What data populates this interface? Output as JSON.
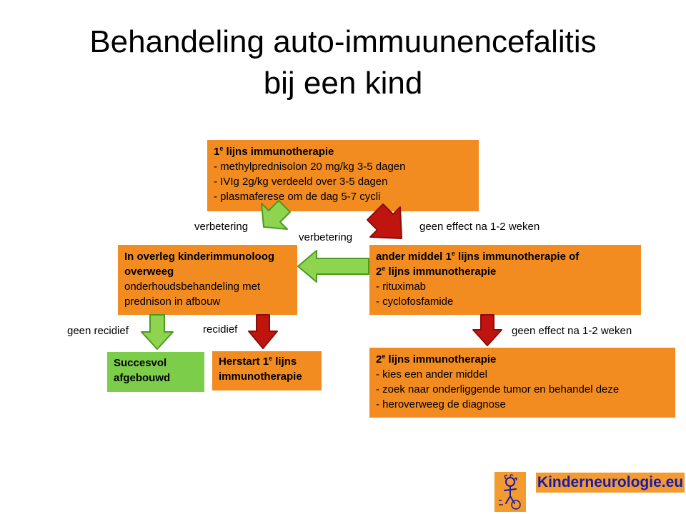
{
  "title": {
    "line1": "Behandeling auto-immuunencefalitis",
    "line2": "bij een kind"
  },
  "box1": {
    "heading_pre": "1",
    "heading_sup": "e",
    "heading_post": " lijns immunotherapie",
    "lines": [
      "- methylprednisolon 20 mg/kg 3-5 dagen",
      "- IVIg 2g/kg verdeeld over 3-5 dagen",
      "- plasmaferese om de dag 5-7 cycli"
    ]
  },
  "box2": {
    "heading1": "In overleg kinderimmunoloog",
    "heading2": "overweeg",
    "lines": [
      "onderhoudsbehandeling met",
      "prednison in afbouw"
    ]
  },
  "box3": {
    "line1_pre": " ander middel 1",
    "line1_sup": "e",
    "line1_post": " lijns immunotherapie of",
    "line2_pre": "2",
    "line2_sup": "e",
    "line2_post": " lijns immunotherapie",
    "lines": [
      "- rituximab",
      "- cyclofosfamide"
    ]
  },
  "box4": {
    "line1": "Succesvol",
    "line2": "afgebouwd"
  },
  "box5": {
    "line1_pre": "Herstart 1",
    "line1_sup": "e",
    "line1_post": " lijns",
    "line2": "immunotherapie"
  },
  "box6": {
    "heading_pre": " 2",
    "heading_sup": "e",
    "heading_post": " lijns immunotherapie",
    "lines": [
      "- kies een ander middel",
      "- zoek naar onderliggende tumor en behandel deze",
      "- heroverweeg de diagnose"
    ]
  },
  "labels": {
    "verbetering_left": "verbetering",
    "verbetering_mid": "verbetering",
    "geen_effect_1": "geen effect na 1-2 weken",
    "geen_recidief": "geen recidief",
    "recidief": "recidief",
    "geen_effect_2": "geen effect na 1-2 weken"
  },
  "logo": {
    "text": "Kinderneurologie.eu",
    "icon": "child-figure-icon"
  },
  "colors": {
    "box_orange": "#f28b20",
    "box_green": "#7ccd4a",
    "arrow_green": "#8fd44f",
    "arrow_red": "#c0150e",
    "logo_bg": "#f39b2e",
    "logo_text": "#1a1aa8"
  }
}
